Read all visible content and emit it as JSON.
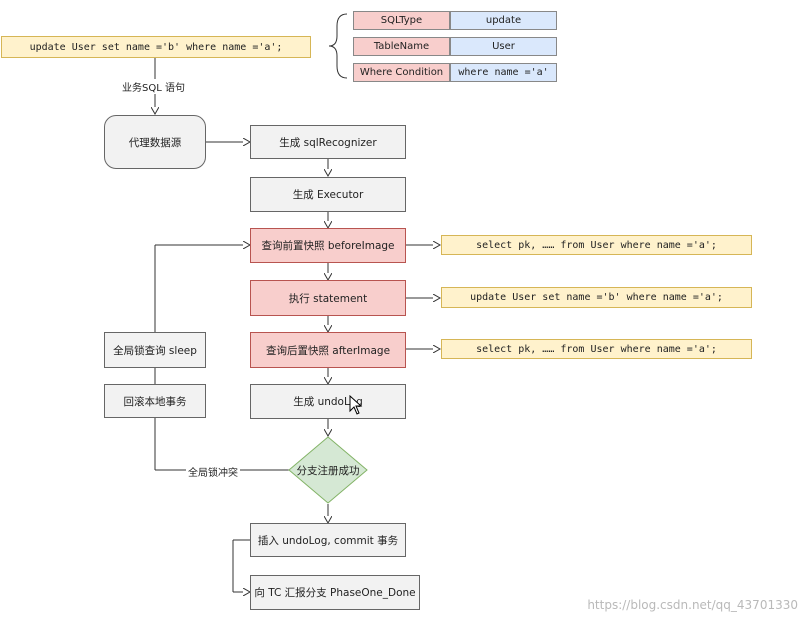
{
  "sql_statement": "update User set name ='b' where name ='a';",
  "sql_edge_label": "业务SQL 语句",
  "parse_table": [
    {
      "key": "SQLType",
      "value": "update"
    },
    {
      "key": "TableName",
      "value": "User"
    },
    {
      "key": "Where Condition",
      "value": "where name ='a'"
    }
  ],
  "nodes": {
    "datasource_proxy": "代理数据源",
    "gen_recognizer": "生成 sqlRecognizer",
    "gen_executor": "生成 Executor",
    "before_image": "查询前置快照 beforeImage",
    "execute_statement": "执行 statement",
    "after_image": "查询后置快照 afterImage",
    "gen_undolog": "生成 undoLog",
    "branch_register": "分支注册成功",
    "insert_undolog_commit": "插入 undoLog, commit 事务",
    "report_phaseone": "向 TC 汇报分支 PhaseOne_Done",
    "global_lock_query": "全局锁查询 sleep",
    "rollback_local": "回滚本地事务"
  },
  "side_sql": {
    "before_select": "select pk, …… from User where name ='a';",
    "update_stmt": "update User set name ='b' where name ='a';",
    "after_select": "select pk, …… from User where name ='a';"
  },
  "edge_labels": {
    "lock_conflict": "全局锁冲突"
  },
  "watermark": "https://blog.csdn.net/qq_43701330"
}
